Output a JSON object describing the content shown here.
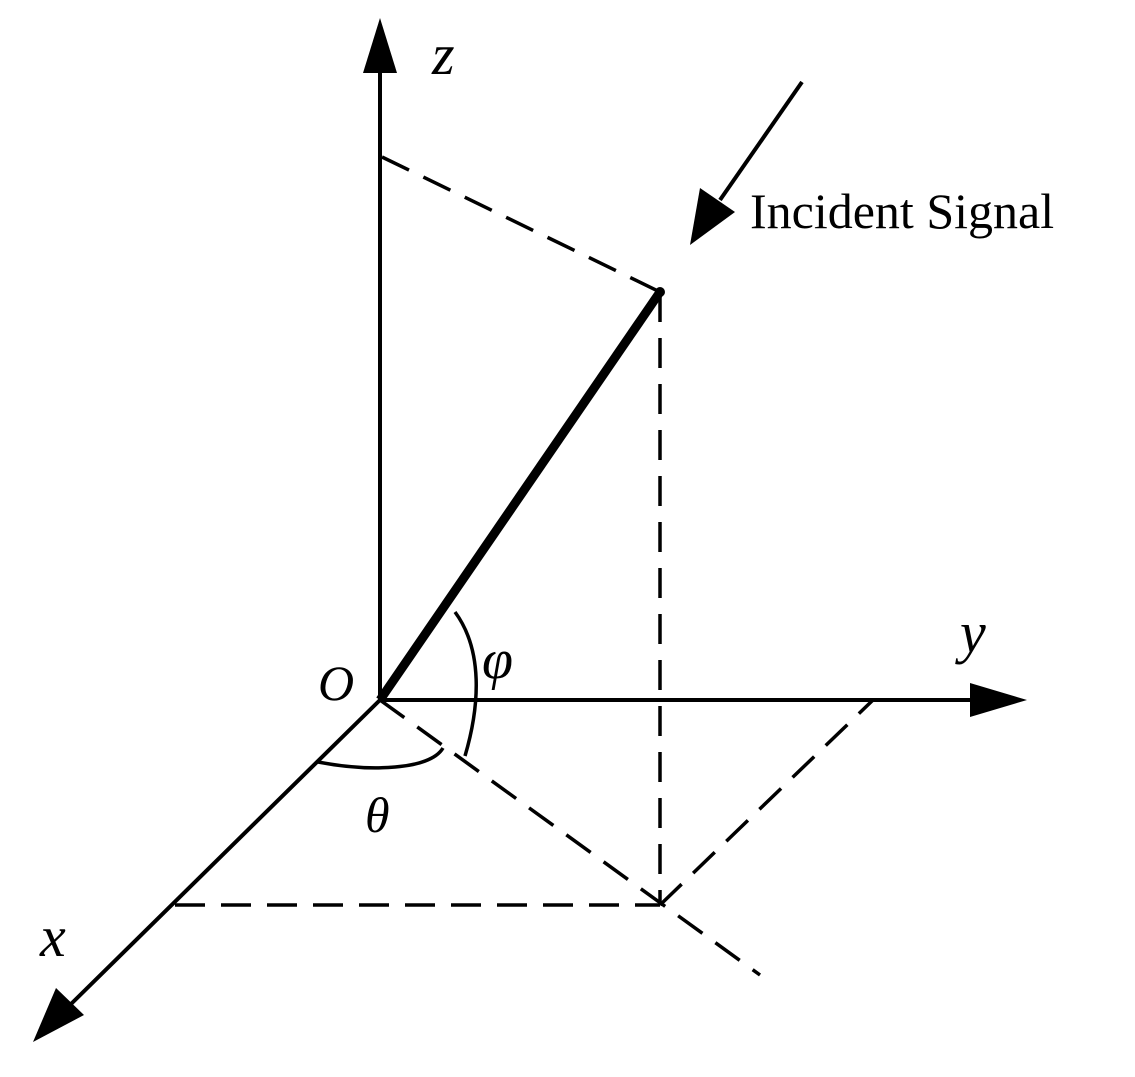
{
  "labels": {
    "z_axis": "z",
    "y_axis": "y",
    "x_axis": "x",
    "origin": "O",
    "elevation_angle": "φ",
    "azimuth_angle": "θ",
    "incident_signal": "Incident Signal"
  }
}
